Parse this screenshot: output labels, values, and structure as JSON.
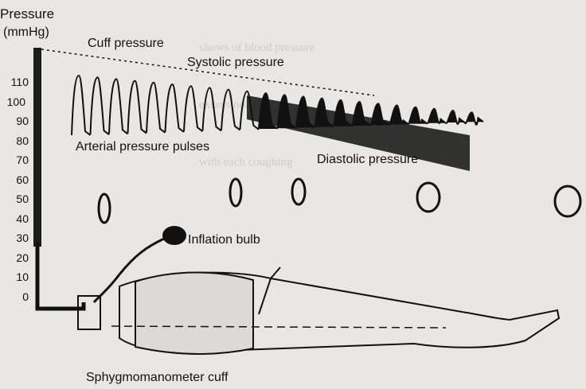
{
  "labels": {
    "pressure": "Pressure",
    "unit": "(mmHg)",
    "cuff_pressure": "Cuff pressure",
    "systolic_pressure": "Systolic pressure",
    "arterial_pulses": "Arterial pressure pulses",
    "diastolic_pressure": "Diastolic pressure",
    "inflation_bulb": "Inflation bulb",
    "cuff": "Sphygmomanometer cuff"
  },
  "scale_ticks": [
    "110",
    "100",
    "90",
    "80",
    "70",
    "60",
    "50",
    "40",
    "30",
    "20",
    "10",
    "0"
  ],
  "background_text": [
    "shows of blood pressure",
    "excess noise in the",
    "with each coughing"
  ],
  "colors": {
    "background": "#e9e7e3",
    "ink": "#111111",
    "mercury_column": "#1c1c1c"
  }
}
